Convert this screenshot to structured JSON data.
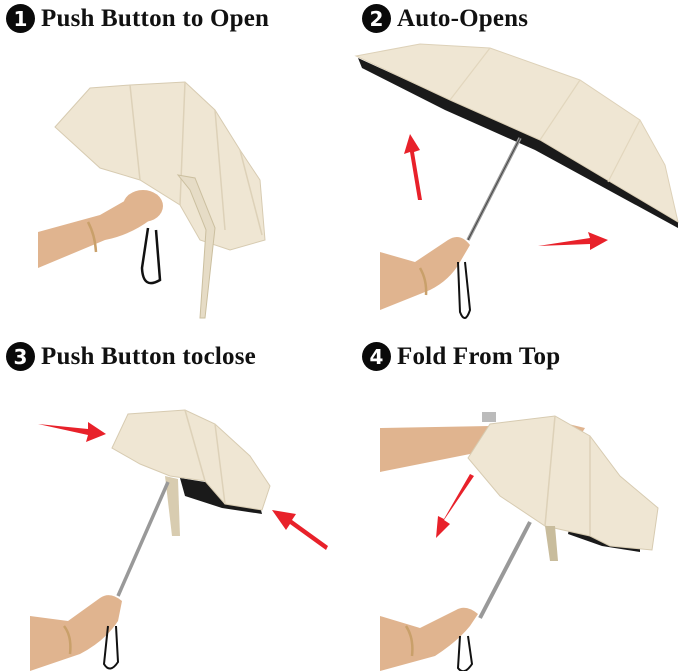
{
  "steps": [
    {
      "number": "1",
      "title": "Push Button to Open"
    },
    {
      "number": "2",
      "title": "Auto-Opens"
    },
    {
      "number": "3",
      "title": "Push Button toclose"
    },
    {
      "number": "4",
      "title": "Fold From Top"
    }
  ],
  "colors": {
    "canopy": "#efe6d3",
    "canopy_shade": "#e2d6bd",
    "lining": "#1a1a1a",
    "arrow": "#e8212a",
    "skin": "#e0b48f",
    "badge": "#0a0a0a"
  }
}
